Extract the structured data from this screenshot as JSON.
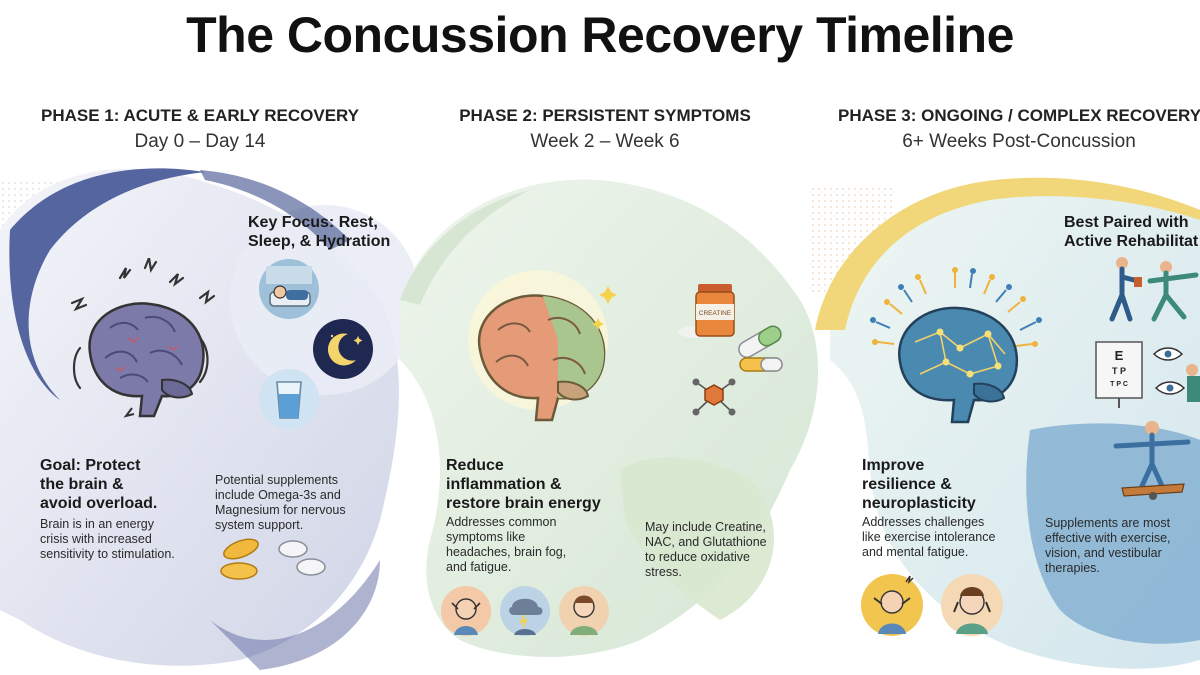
{
  "title": "The Concussion Recovery Timeline",
  "phases": [
    {
      "title": "PHASE 1: ACUTE & EARLY RECOVERY",
      "range": "Day 0 – Day 14",
      "focus": [
        "Key Focus: Rest,",
        "Sleep, & Hydration"
      ],
      "goal": [
        "Goal: Protect",
        "the brain &",
        "avoid overload."
      ],
      "goal_body": [
        "Brain is in an energy",
        "crisis with increased",
        "sensitivity to stimulation."
      ],
      "supplements": [
        "Potential supplements",
        "include Omega-3s and",
        "Magnesium for nervous",
        "system support."
      ]
    },
    {
      "title": "PHASE 2: PERSISTENT SYMPTOMS",
      "range": "Week 2 – Week 6",
      "jar_label": "CREATINE",
      "goal": [
        "Reduce",
        "inflammation &",
        "restore brain energy"
      ],
      "goal_body": [
        "Addresses common",
        "symptoms like",
        "headaches, brain fog,",
        "and fatigue."
      ],
      "supplements": [
        "May include Creatine,",
        "NAC, and Glutathione",
        "to reduce oxidative",
        "stress."
      ]
    },
    {
      "title": "PHASE 3: ONGOING / COMPLEX RECOVERY",
      "range": "6+ Weeks Post-Concussion",
      "focus": [
        "Best Paired with",
        "Active Rehabilitat"
      ],
      "eye_chart": [
        "E",
        "T P",
        "T P C"
      ],
      "goal": [
        "Improve",
        "resilience &",
        "neuroplasticity"
      ],
      "goal_body": [
        "Addresses challenges",
        "like exercise intolerance",
        "and mental fatigue."
      ],
      "supplements": [
        "Supplements are most",
        "effective with exercise,",
        "vision, and vestibular",
        "therapies."
      ]
    }
  ],
  "colors": {
    "phase1_band": "#54659f",
    "phase1_fill": "#dfe3ef",
    "phase2_fill": "#e4efe0",
    "phase3_band": "#f1d77a",
    "phase3_fill": "#dfeee8",
    "phase3_blue": "#7aa9cf"
  }
}
